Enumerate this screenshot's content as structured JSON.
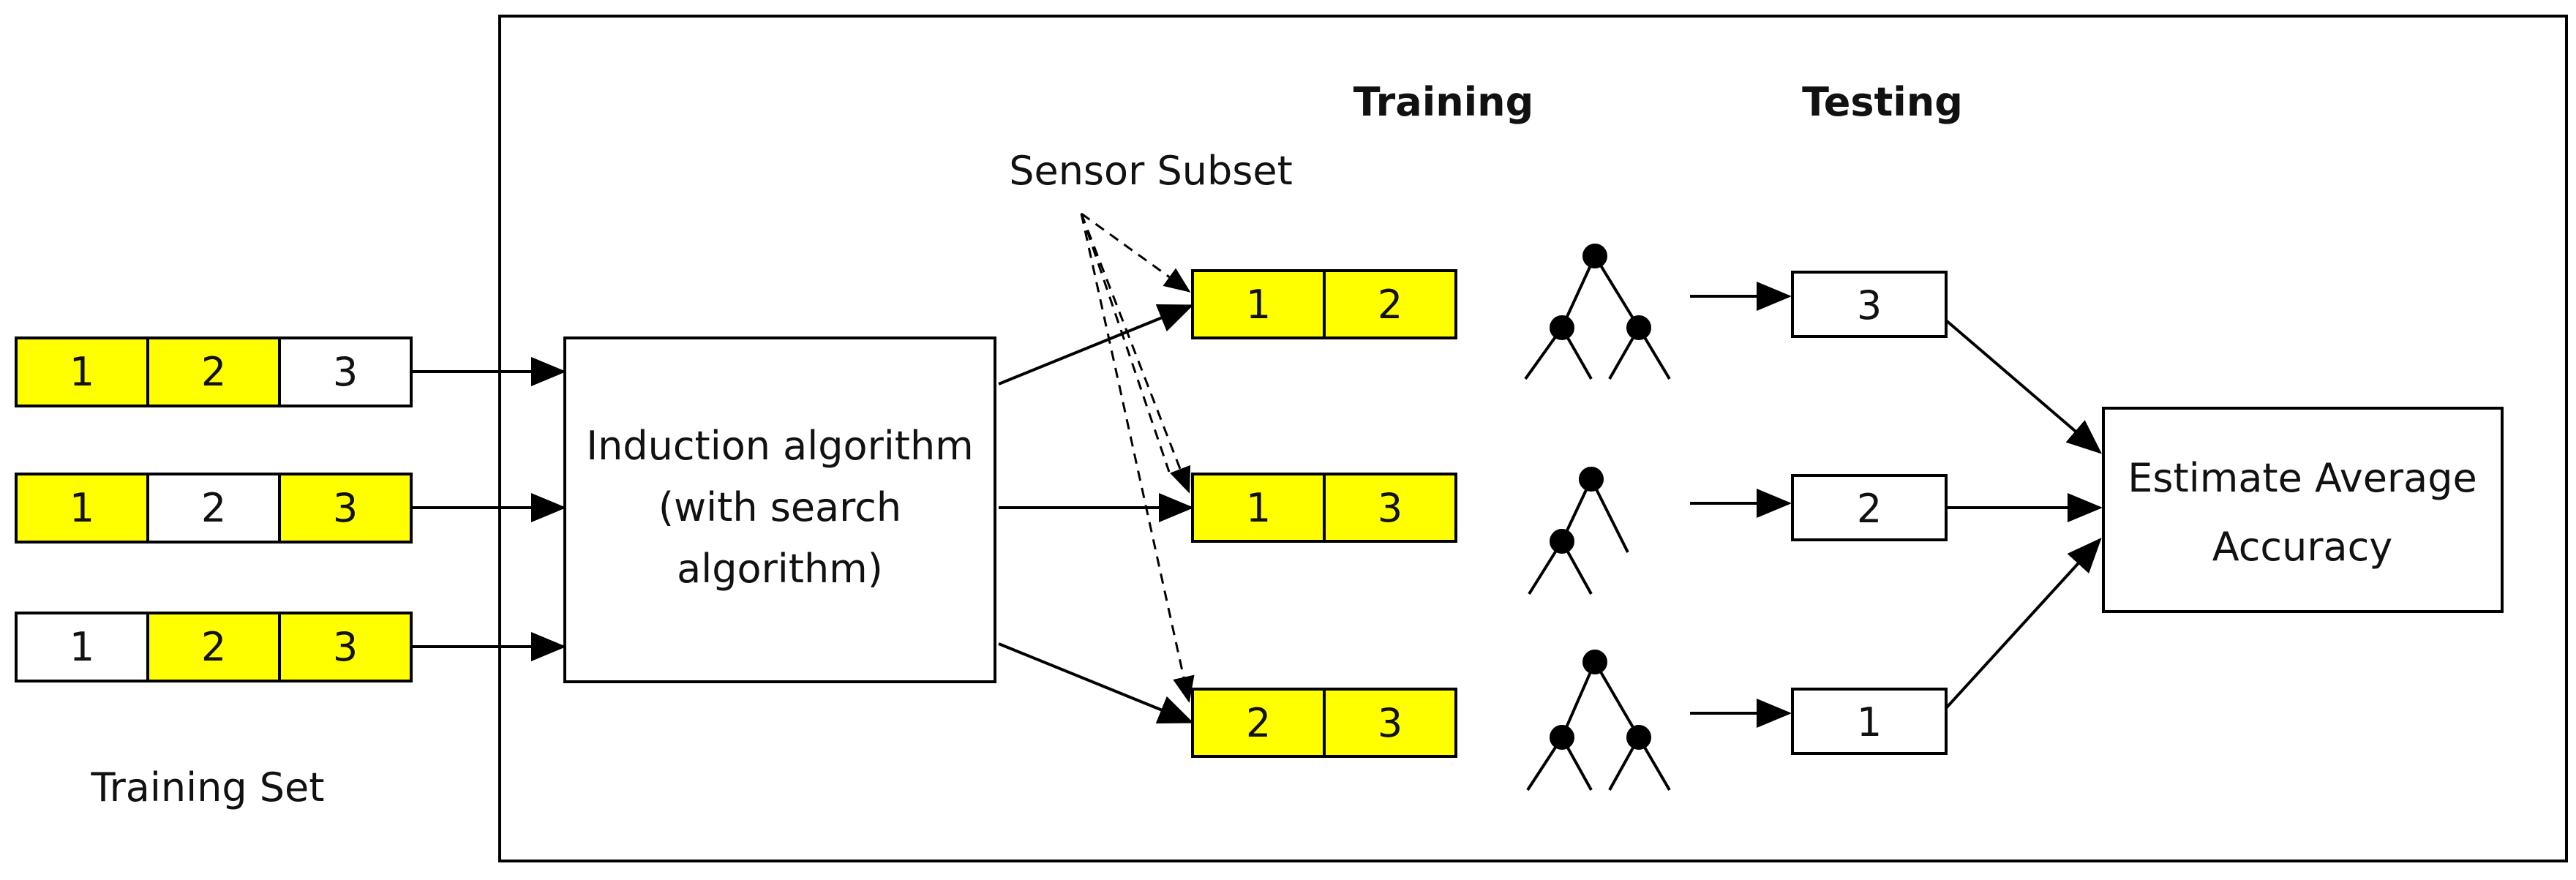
{
  "colors": {
    "highlight": "#ffff00",
    "stroke": "#000000",
    "background": "#ffffff"
  },
  "headers": {
    "training": "Training",
    "testing": "Testing",
    "sensor_subset": "Sensor Subset",
    "training_set": "Training Set"
  },
  "training_set": [
    {
      "cells": [
        {
          "label": "1",
          "highlighted": true
        },
        {
          "label": "2",
          "highlighted": true
        },
        {
          "label": "3",
          "highlighted": false
        }
      ]
    },
    {
      "cells": [
        {
          "label": "1",
          "highlighted": true
        },
        {
          "label": "2",
          "highlighted": false
        },
        {
          "label": "3",
          "highlighted": true
        }
      ]
    },
    {
      "cells": [
        {
          "label": "1",
          "highlighted": false
        },
        {
          "label": "2",
          "highlighted": true
        },
        {
          "label": "3",
          "highlighted": true
        }
      ]
    }
  ],
  "induction": {
    "lines": [
      "Induction algorithm",
      "(with search",
      "algorithm)"
    ]
  },
  "subsets": [
    {
      "cells": [
        "1",
        "2"
      ]
    },
    {
      "cells": [
        "1",
        "3"
      ]
    },
    {
      "cells": [
        "2",
        "3"
      ]
    }
  ],
  "tests": [
    "3",
    "2",
    "1"
  ],
  "trees": [
    "tree-full",
    "tree-left",
    "tree-full"
  ],
  "estimate": {
    "lines": [
      "Estimate Average",
      "Accuracy"
    ]
  }
}
